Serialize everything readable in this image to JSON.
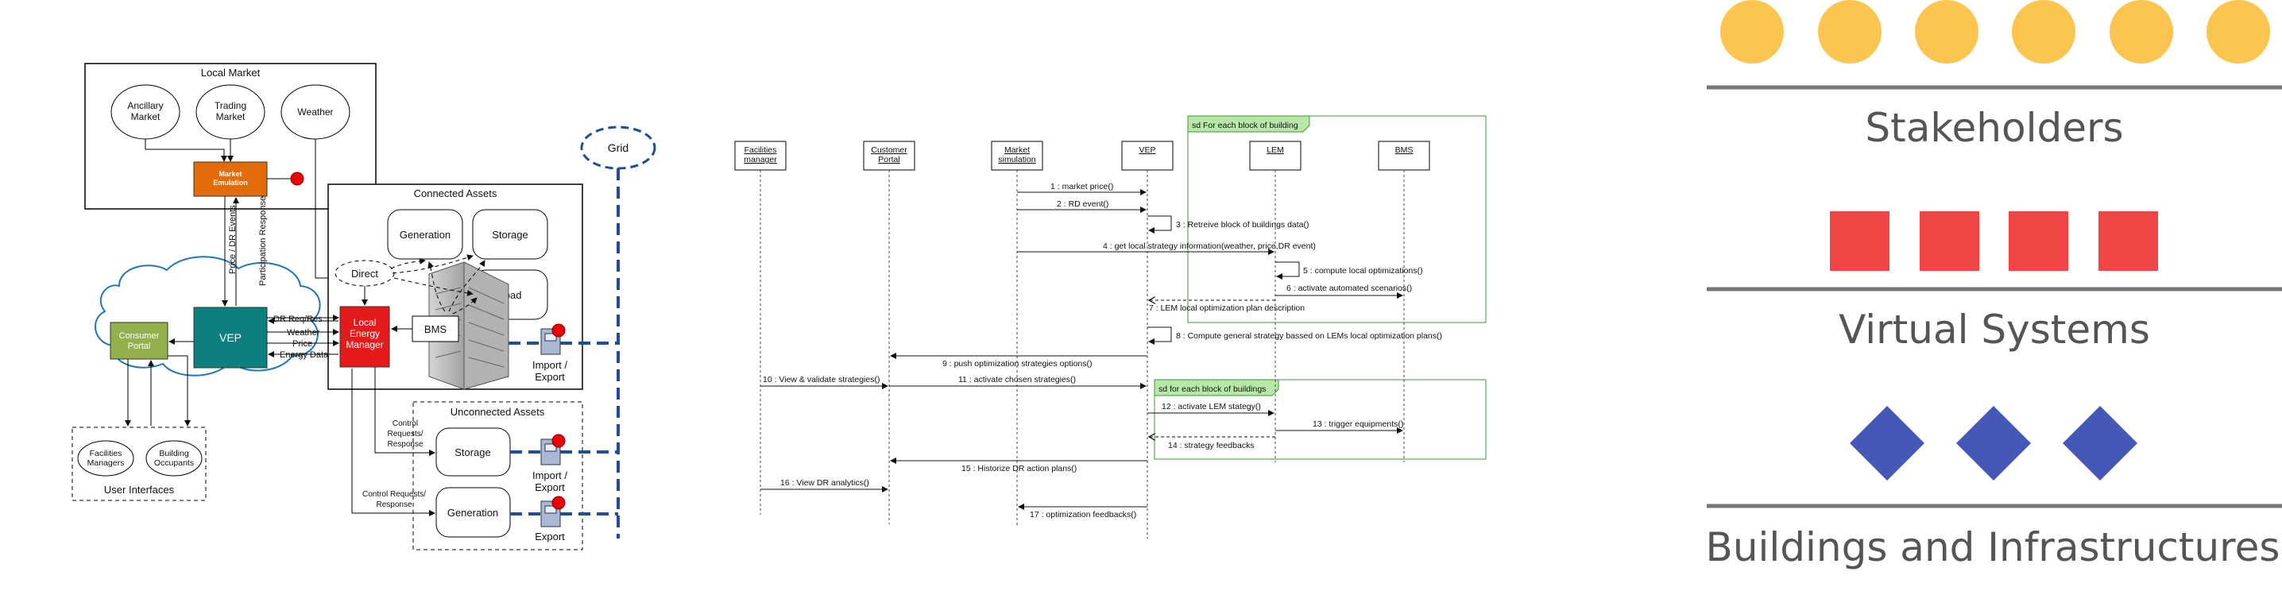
{
  "architecture": {
    "local_market": {
      "title": "Local Market",
      "ancillary": [
        "Ancillary",
        "Market"
      ],
      "trading": [
        "Trading",
        "Market"
      ],
      "weather": "Weather",
      "market_emulation": [
        "Market",
        "Emulation"
      ]
    },
    "grid": "Grid",
    "connected_assets": {
      "title": "Connected Assets",
      "generation": "Generation",
      "storage": "Storage",
      "load": "Load",
      "direct": "Direct",
      "bms": "BMS",
      "import_export": [
        "Import /",
        "Export"
      ]
    },
    "vertical_flow": [
      "Price / DR Events",
      "Participation Response"
    ],
    "vep": "VEP",
    "consumer_portal": [
      "Consumer",
      "Portal"
    ],
    "lem": [
      "Local",
      "Energy",
      "Manager"
    ],
    "vep_lem_links": [
      "DR Req/Res",
      "Weather",
      "Price",
      "Energy Data"
    ],
    "user_interfaces": {
      "title": "User Interfaces",
      "facilities": [
        "Facilities",
        "Managers"
      ],
      "occupants": [
        "Building",
        "Occupants"
      ]
    },
    "unconnected_assets": {
      "title": "Unconnected Assets",
      "storage": "Storage",
      "generation": "Generation",
      "import_export": [
        "Import /",
        "Export"
      ],
      "export": "Export"
    },
    "control_label_1": [
      "Control",
      "Requests/",
      "Response"
    ],
    "control_label_2": [
      "Control Requests/",
      "Response"
    ]
  },
  "sequence": {
    "lifelines": [
      [
        "Facilities",
        "manager"
      ],
      [
        "Customer",
        "Portal"
      ],
      [
        "Market",
        "simulation"
      ],
      [
        "VEP"
      ],
      [
        "LEM"
      ],
      [
        "BMS"
      ]
    ],
    "frame1_label": "sd For each block of building",
    "frame2_label": "sd for each block of buildings",
    "messages": [
      "1 : market price()",
      "2 : RD event()",
      "3 : Retreive block of buildings data()",
      "4 : get local strategy information(weather, price,DR event)",
      "5 : compute local optimizations()",
      "6 : activate automated scenarios()",
      "7 : LEM local optimization plan description",
      "8 : Compute general strategy bassed on LEMs local optimization plans()",
      "9 : push optimization strategies options()",
      "10 : View & validate strategies()",
      "11 : activate chosen strategies()",
      "12 : activate LEM stategy()",
      "13 : trigger equipments()",
      "14 : strategy feedbacks",
      "15 : Historize DR action plans()",
      "16 : View DR analytics()",
      "17 : optimization feedbacks()"
    ]
  },
  "legend": {
    "stakeholders": "Stakeholders",
    "virtual_systems": "Virtual Systems",
    "buildings": "Buildings and Infrastructures",
    "colors": {
      "circle": "#fbc54f",
      "square": "#f24646",
      "diamond": "#4558b7",
      "rule": "#777777"
    }
  }
}
